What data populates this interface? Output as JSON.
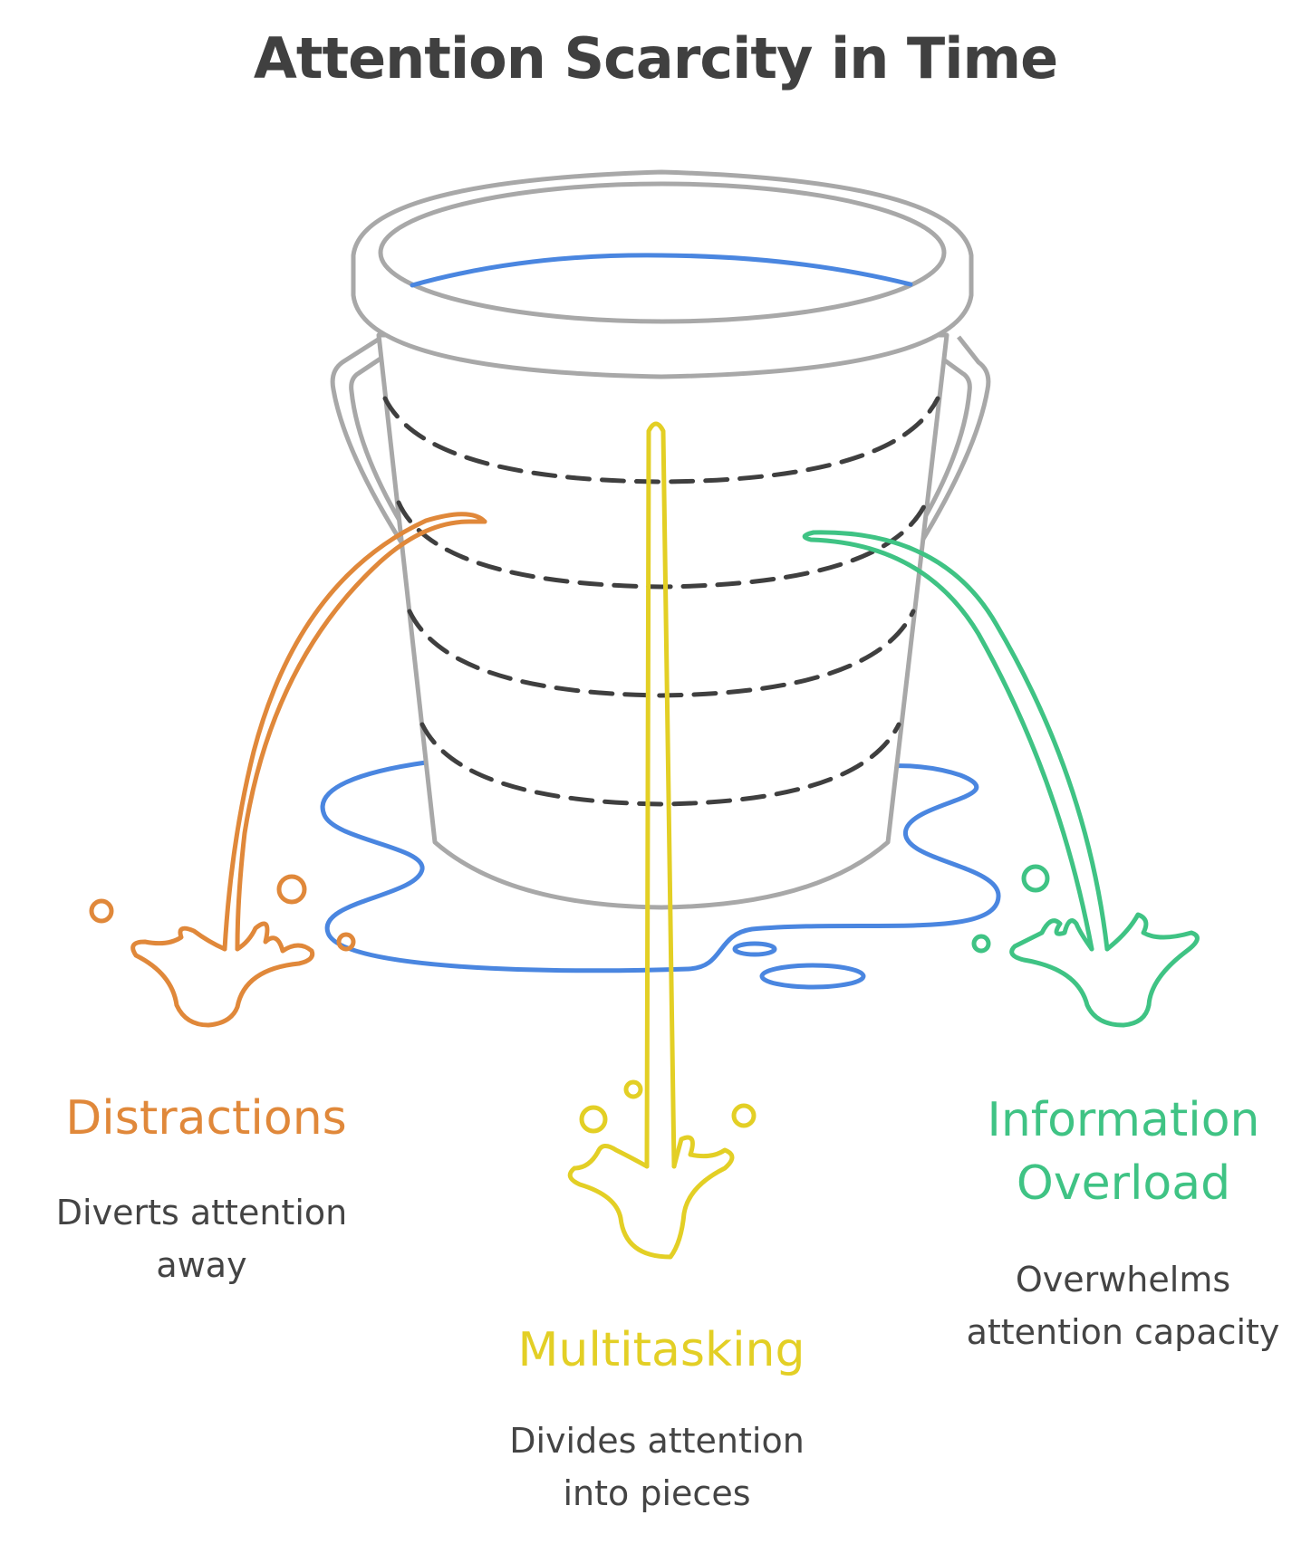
{
  "title": "Attention Scarcity in Time",
  "colors": {
    "bucket": "#a8a8a8",
    "water": "#4a86e0",
    "dashes": "#3f3f3f",
    "distractions": "#e0883a",
    "multitasking": "#e3cf25",
    "overload": "#3fc384"
  },
  "items": [
    {
      "heading": "Distractions",
      "description": "Diverts attention away"
    },
    {
      "heading": "Multitasking",
      "description": "Divides attention into pieces"
    },
    {
      "heading": "Information Overload",
      "description": "Overwhelms attention capacity"
    }
  ]
}
